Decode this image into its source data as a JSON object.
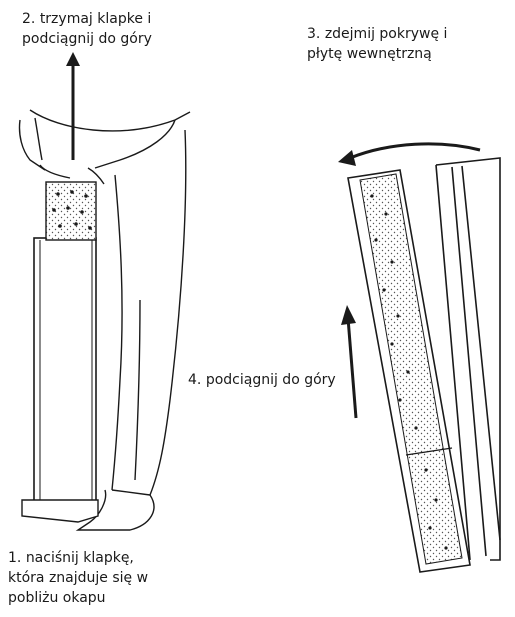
{
  "steps": [
    {
      "number": "1.",
      "lines": [
        "naciśnij klapkę,",
        "która znajduje się w",
        "pobliżu okapu"
      ]
    },
    {
      "number": "2.",
      "lines": [
        "trzymaj klapke i",
        "podciągnij do góry"
      ]
    },
    {
      "number": "3.",
      "lines": [
        "zdejmij pokrywę i",
        "płytę wewnętrzną"
      ]
    },
    {
      "number": "4.",
      "lines": [
        "podciągnij do góry"
      ]
    }
  ],
  "colors": {
    "ink": "#1a1a1a",
    "panel_fill": "#d9d9d9",
    "background": "#ffffff"
  }
}
